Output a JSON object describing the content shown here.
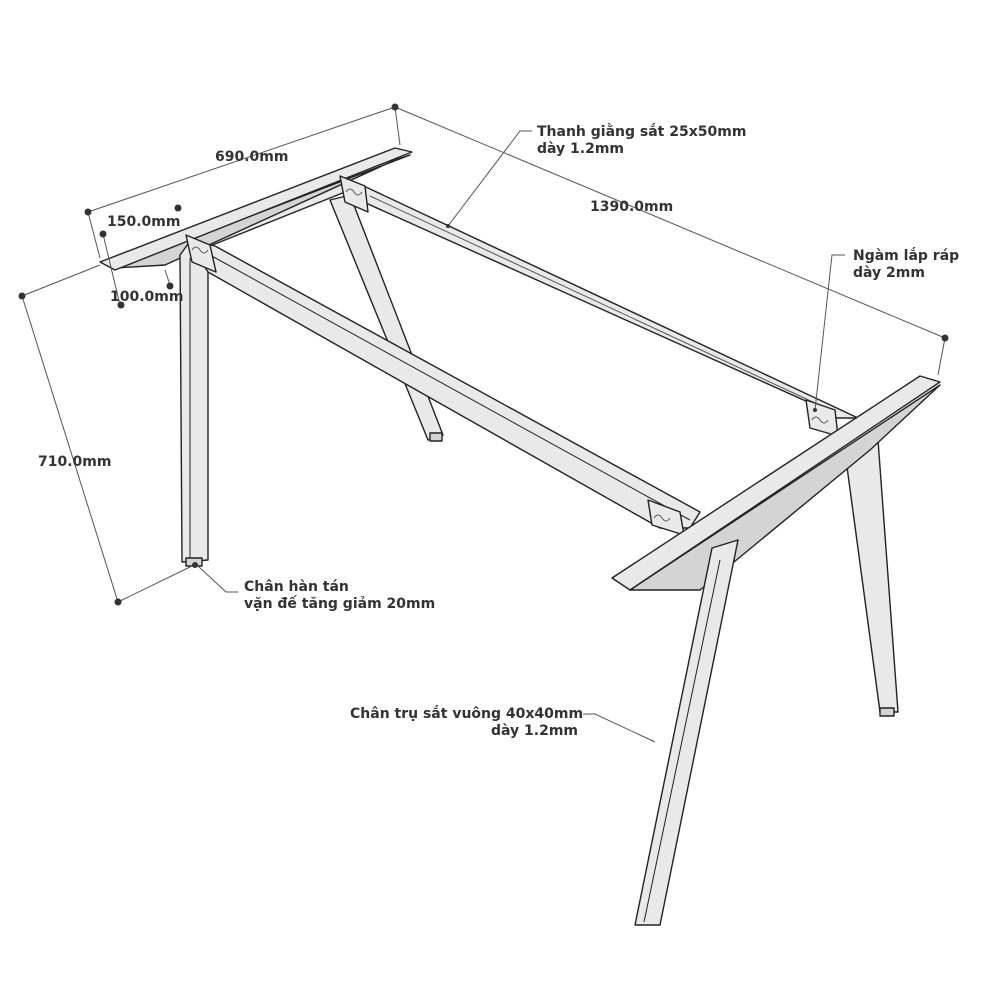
{
  "dimensions": {
    "top_width": "690.0mm",
    "bracket_depth": "150.0mm",
    "bracket_height": "100.0mm",
    "length": "1390.0mm",
    "height": "710.0mm"
  },
  "callouts": {
    "rail": {
      "line1": "Thanh giằng sắt 25x50mm",
      "line2": "dày 1.2mm"
    },
    "joint": {
      "line1": "Ngàm lắp ráp",
      "line2": "dày 2mm"
    },
    "foot": {
      "line1": "Chân hàn tán",
      "line2": "vặn đế tăng giảm 20mm"
    },
    "leg": {
      "line1": "Chân trụ sắt vuông 40x40mm",
      "line2": "dày 1.2mm"
    }
  }
}
